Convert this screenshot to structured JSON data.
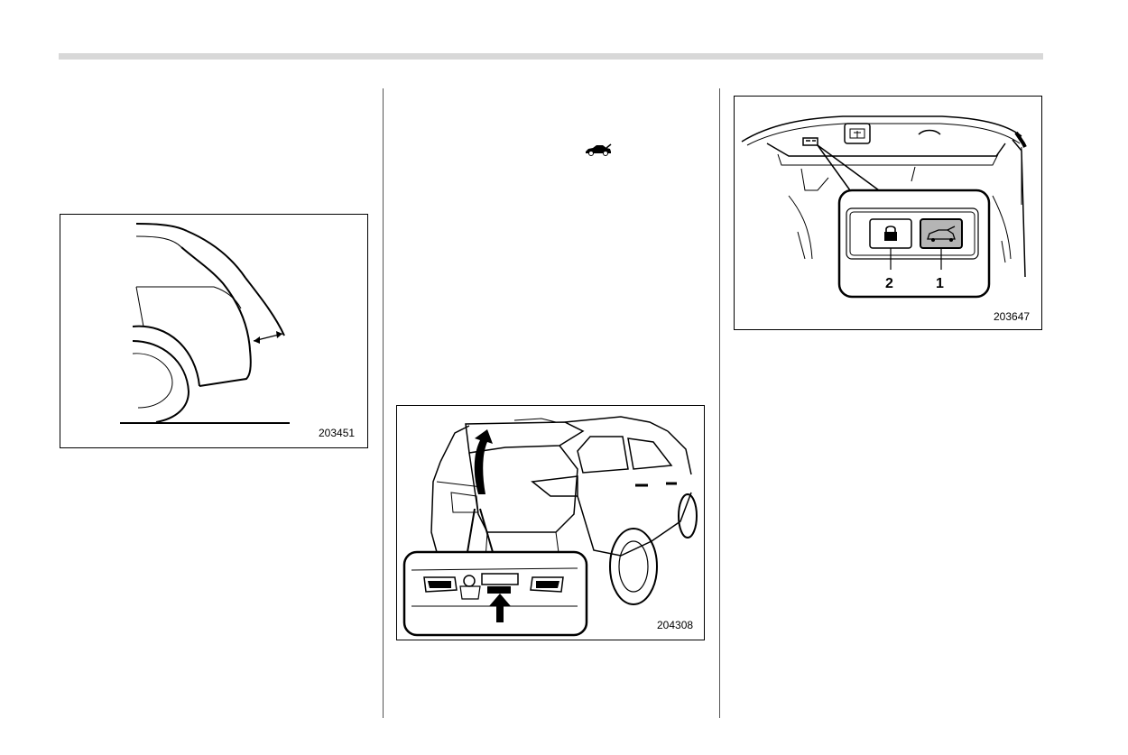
{
  "figures": {
    "fig1": {
      "id": "203451"
    },
    "fig2": {
      "id": "204308"
    },
    "fig3": {
      "id": "203647",
      "callouts": {
        "one": "1",
        "two": "2"
      }
    }
  },
  "icons": {
    "inline_symbol": "car-rear-gate-icon",
    "lock_button": "lock-icon",
    "gate_button": "rear-gate-open-icon"
  },
  "colors": {
    "header_rule": "#d8d8d8",
    "gate_button_fill": "#b5b5b5"
  }
}
